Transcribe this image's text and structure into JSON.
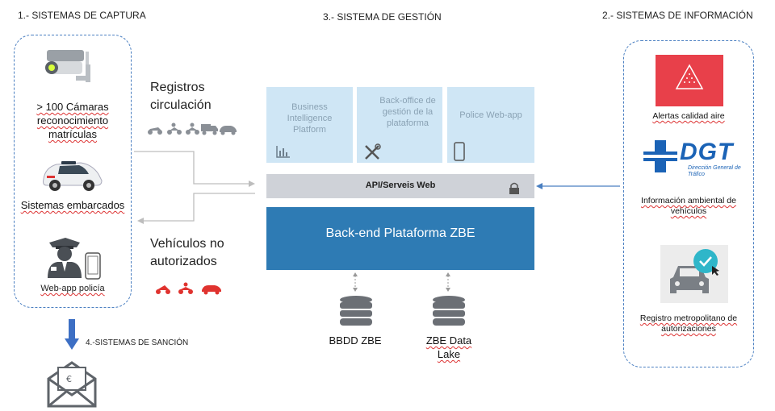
{
  "titles": {
    "capture": "1.- SISTEMAS DE CAPTURA",
    "management": "3.- SISTEMA DE GESTIÓN",
    "information": "2.- SISTEMAS DE INFORMACIÓN",
    "sanction": "4.-SISTEMAS DE SANCIÓN"
  },
  "capture": {
    "cameras_label": "> 100 Cámaras reconocimiento matrículas",
    "onboard_label": "Sistemas embarcados",
    "police_label": "Web-app policía"
  },
  "flows": {
    "registros": "Registros circulación",
    "no_autorizados": "Vehículos no autorizados"
  },
  "management": {
    "tiles": [
      {
        "label": "Business Intelligence Platform"
      },
      {
        "label": "Back-office de gestión de la plataforma"
      },
      {
        "label": "Police Web-app"
      }
    ],
    "api_label": "API/Serveis Web",
    "backend_label": "Back-end Plataforma ZBE",
    "databases": [
      {
        "label": "BBDD ZBE"
      },
      {
        "label": "ZBE Data Lake"
      }
    ]
  },
  "information": {
    "air_alert_label": "Alertas calidad aire",
    "dgt_logo": "DGT",
    "dgt_sub": "Dirección General de Tráfico",
    "dgt_info_label": "Información ambiental de vehículos",
    "registry_label": "Registro metropolitano de autorizaciones"
  },
  "colors": {
    "dashed_border": "#4a7fc1",
    "tile_bg": "#cfe6f5",
    "api_bg": "#cfd2d8",
    "backend_bg": "#2e7bb4",
    "alert_red": "#e8404a",
    "dgt_blue": "#1b63b6",
    "vehicle_red": "#e0332f"
  },
  "icons": [
    "camera-icon",
    "car-icon",
    "police-officer-icon",
    "phone-icon",
    "chart-icon",
    "tools-icon",
    "lock-icon",
    "database-icon",
    "warning-triangle-icon",
    "check-badge-icon",
    "envelope-euro-icon",
    "arrow-down-icon"
  ]
}
